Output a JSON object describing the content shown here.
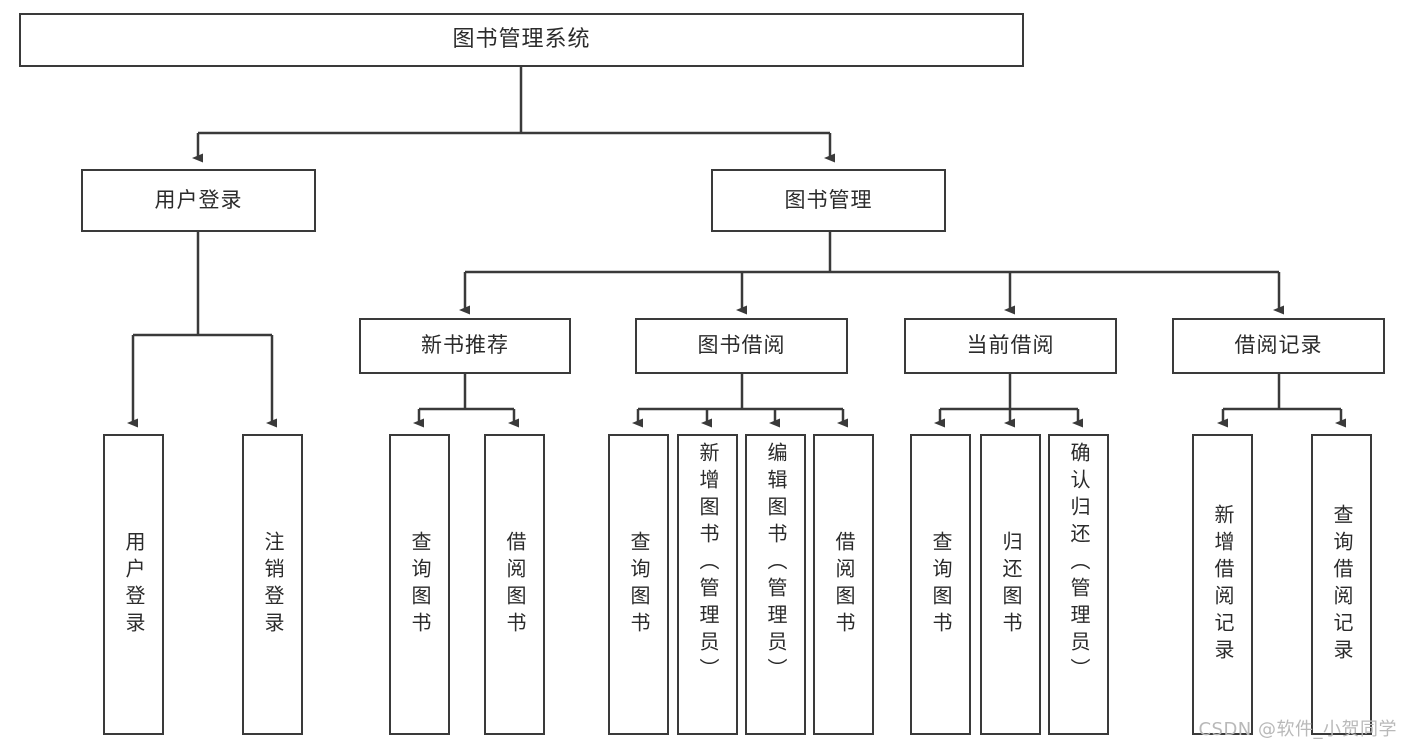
{
  "diagram": {
    "type": "tree-hierarchy",
    "title": "图书管理系统",
    "watermark": "CSDN @软件_小贺同学",
    "colors": {
      "stroke": "#3a3a3a",
      "fill": "#ffffff",
      "text": "#2b2b2b",
      "watermark": "#b9b9b9"
    },
    "nodes": {
      "root": {
        "label": "图书管理系统"
      },
      "level2": [
        {
          "label": "用户登录"
        },
        {
          "label": "图书管理"
        }
      ],
      "level3": [
        {
          "label": "新书推荐"
        },
        {
          "label": "图书借阅"
        },
        {
          "label": "当前借阅"
        },
        {
          "label": "借阅记录"
        }
      ],
      "leaves": {
        "user_login": [
          {
            "label": "用户登录"
          },
          {
            "label": "注销登录"
          }
        ],
        "new_book": [
          {
            "label": "查询图书"
          },
          {
            "label": "借阅图书"
          }
        ],
        "book_borrow": [
          {
            "label": "查询图书"
          },
          {
            "label": "新增图书（管理员）"
          },
          {
            "label": "编辑图书（管理员）"
          },
          {
            "label": "借阅图书"
          }
        ],
        "current_borrow": [
          {
            "label": "查询图书"
          },
          {
            "label": "归还图书"
          },
          {
            "label": "确认归还（管理员）"
          }
        ],
        "borrow_record": [
          {
            "label": "新增借阅记录"
          },
          {
            "label": "查询借阅记录"
          }
        ]
      }
    }
  }
}
